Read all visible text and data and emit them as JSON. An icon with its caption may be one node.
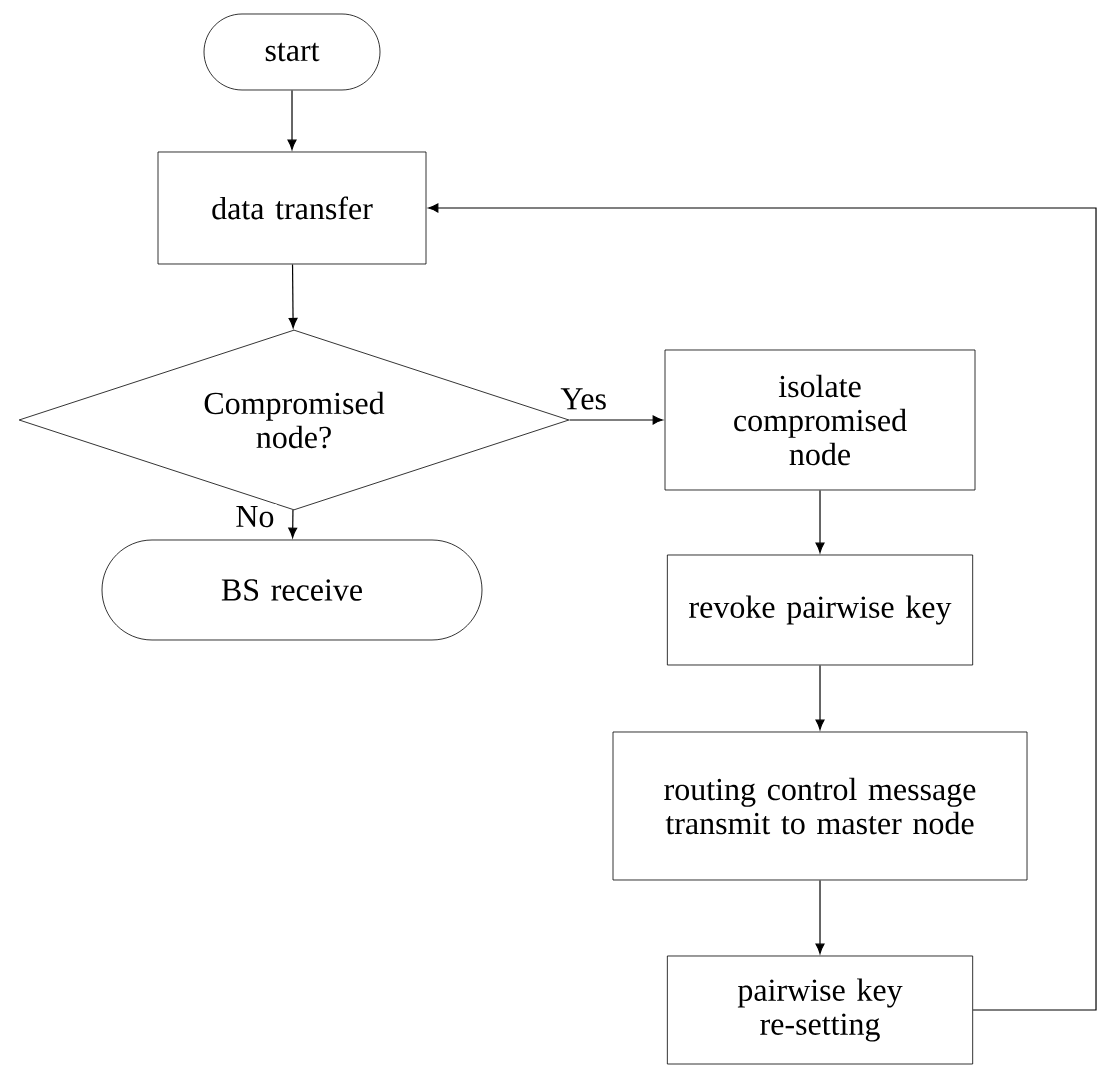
{
  "diagram": {
    "nodes": [
      {
        "text": [
          "start"
        ]
      },
      {
        "text": [
          "data transfer"
        ]
      },
      {
        "text": [
          "Compromised node?"
        ]
      },
      {
        "text": [
          "isolate compromised node"
        ]
      },
      {
        "text": [
          "BS receive"
        ]
      },
      {
        "text": [
          "revoke pairwise key"
        ]
      },
      {
        "text": [
          "routing control message transmit to master node"
        ]
      },
      {
        "text": [
          "pairwise key re-setting"
        ]
      }
    ],
    "edges": [
      {
        "from": 0,
        "to": 1,
        "arrow": "to"
      },
      {
        "from": 1,
        "to": 2,
        "arrow": "to"
      },
      {
        "from": 2,
        "to": 3,
        "arrow": "to",
        "label": "Yes"
      },
      {
        "from": 2,
        "to": 4,
        "arrow": "to",
        "label": "No"
      },
      {
        "from": 3,
        "to": 5,
        "arrow": "to"
      },
      {
        "from": 5,
        "to": 6,
        "arrow": "to"
      },
      {
        "from": 6,
        "to": 7,
        "arrow": "to"
      },
      {
        "from": 7,
        "to": 1,
        "arrow": "to"
      }
    ]
  }
}
